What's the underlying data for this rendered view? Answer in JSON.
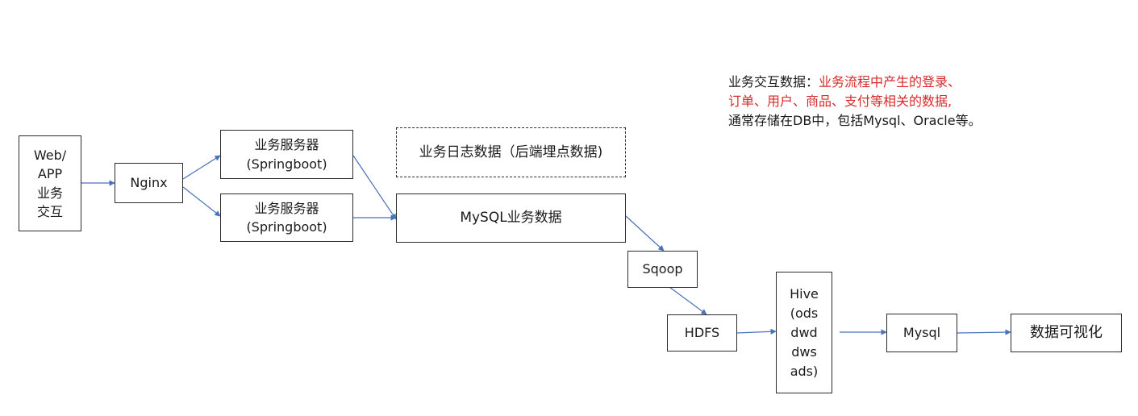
{
  "nodes": {
    "web_app": "Web/\nAPP\n业务\n交互",
    "nginx": "Nginx",
    "server_a": "业务服务器\n(Springboot)",
    "server_b": "业务服务器\n(Springboot)",
    "log_data": "业务日志数据（后端埋点数据)",
    "mysql_data": "MySQL业务数据",
    "sqoop": "Sqoop",
    "hdfs": "HDFS",
    "hive": "Hive\n(ods\ndwd\ndws\nads)",
    "mysql": "Mysql",
    "visualization": "数据可视化"
  },
  "note": {
    "prefix": "业务交互数据：",
    "highlight": "业务流程中产生的登录、\n订单、用户、商品、支付等相关的数据,",
    "suffix": "\n通常存储在DB中，包括Mysql、Oracle等。"
  },
  "colors": {
    "arrow": "#4a72b8",
    "highlight": "#d62b2b",
    "border": "#2b2b2b"
  }
}
